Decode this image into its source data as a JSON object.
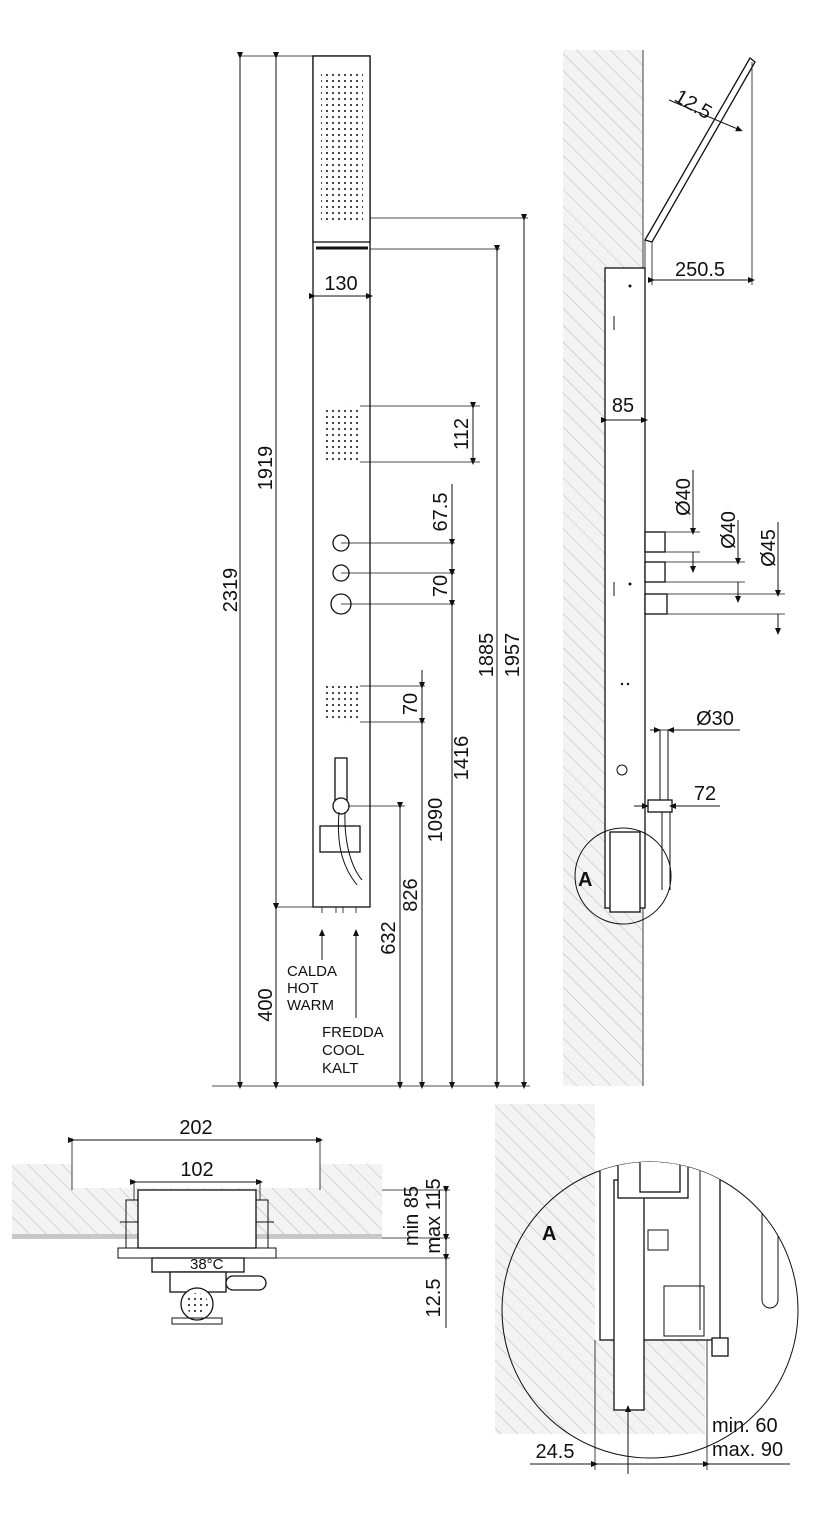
{
  "front_view": {
    "dims": {
      "total_height": "2319",
      "head_height": "1919",
      "width": "130",
      "upper_jets": "112",
      "ctrl_spacing_1": "67.5",
      "ctrl_spacing_2": "70",
      "lower_jets": "70",
      "d_1885": "1885",
      "d_1957": "1957",
      "d_1416": "1416",
      "d_1090": "1090",
      "d_826": "826",
      "d_632": "632",
      "d_400": "400"
    },
    "hot_label": [
      "CALDA",
      "HOT",
      "WARM"
    ],
    "cold_label": [
      "FREDDA",
      "COOL",
      "KALT"
    ]
  },
  "side_view": {
    "dims": {
      "head_thickness": "12.5",
      "head_projection": "250.5",
      "depth": "85",
      "dia_40a": "Ø40",
      "dia_40b": "Ø40",
      "dia_45": "Ø45",
      "dia_30": "Ø30",
      "d_72": "72"
    },
    "detail_marker": "A"
  },
  "plan_view": {
    "dims": {
      "outer_width": "202",
      "inner_width": "102",
      "min_depth": "min 85",
      "max_depth": "max 115",
      "offset": "12.5"
    },
    "thermo_label": "38°C"
  },
  "detail_view": {
    "label": "A",
    "dims": {
      "left": "24.5",
      "min": "min. 60",
      "max": "max. 90"
    }
  }
}
